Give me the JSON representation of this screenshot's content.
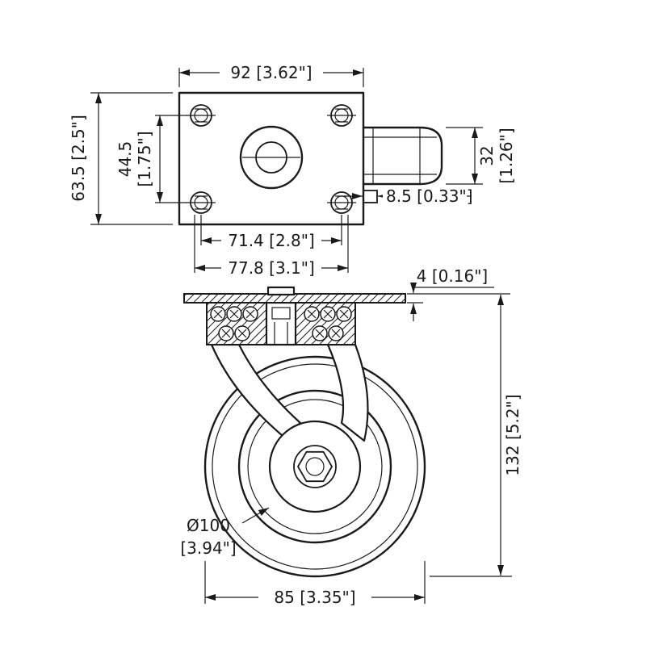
{
  "colors": {
    "ink": "#1a1a1a",
    "background": "#ffffff"
  },
  "views": {
    "top_view": {
      "description": "mounting plate plan view with wheel hub",
      "dimensions": {
        "plate_width": "92 [3.62\"]",
        "plate_height": "63.5 [2.5\"]",
        "bolt_spacing_vertical": {
          "line1": "44.5",
          "line2": "[1.75\"]"
        },
        "hub_height": {
          "line1": "32",
          "line2": "[1.26\"]"
        },
        "hub_offset": "8.5 [0.33\"]",
        "bolt_spacing_horizontal": "71.4 [2.8\"]",
        "bolt_slot_spacing": "77.8 [3.1\"]"
      }
    },
    "side_view": {
      "description": "swivel caster side elevation",
      "dimensions": {
        "plate_thickness": "4 [0.16\"]",
        "overall_height": "132 [5.2\"]",
        "wheel_diameter": {
          "line1": "Ø100",
          "line2": "[3.94\"]"
        },
        "wheel_width": "85 [3.35\"]"
      }
    }
  }
}
